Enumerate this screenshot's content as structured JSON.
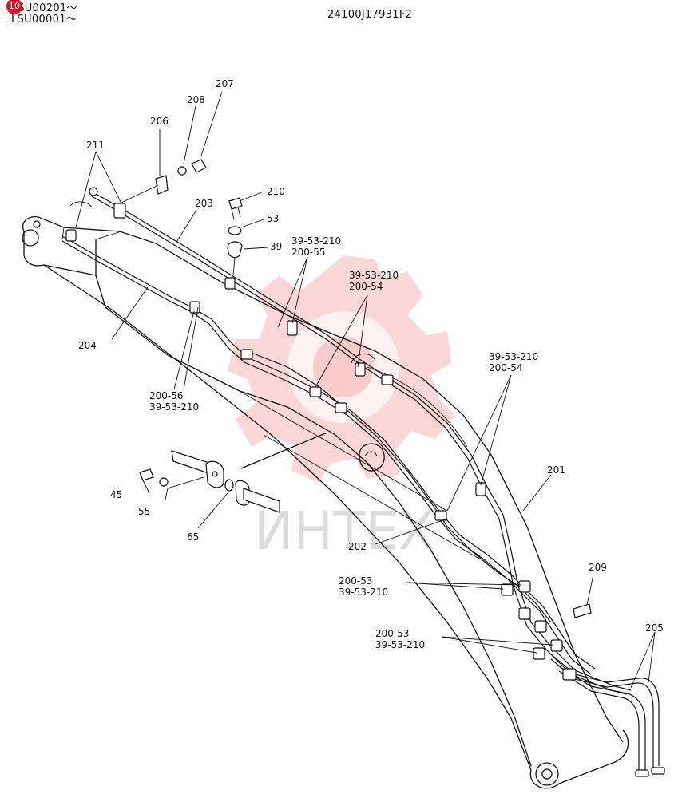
{
  "header": {
    "badge": "10",
    "serials": [
      "YSU00201～",
      "LSU00001～"
    ],
    "drawing_code": "24100J17931F2"
  },
  "watermark": {
    "text": "ИНТЕХ",
    "color": "#f04848"
  },
  "labels": {
    "p207": "207",
    "p208": "208",
    "p206": "206",
    "p211": "211",
    "p210": "210",
    "p203": "203",
    "p53": "53",
    "p39": "39",
    "g1a": "39-53-210",
    "g1b": "200-55",
    "g2a": "39-53-210",
    "g2b": "200-54",
    "g3a": "39-53-210",
    "g3b": "200-54",
    "p204": "204",
    "g4a": "200-56",
    "g4b": "39-53-210",
    "p201": "201",
    "p45": "45",
    "p55": "55",
    "p65": "65",
    "p202": "202",
    "p209": "209",
    "g5a": "200-53",
    "g5b": "39-53-210",
    "g6a": "200-53",
    "g6b": "39-53-210",
    "p205": "205"
  }
}
